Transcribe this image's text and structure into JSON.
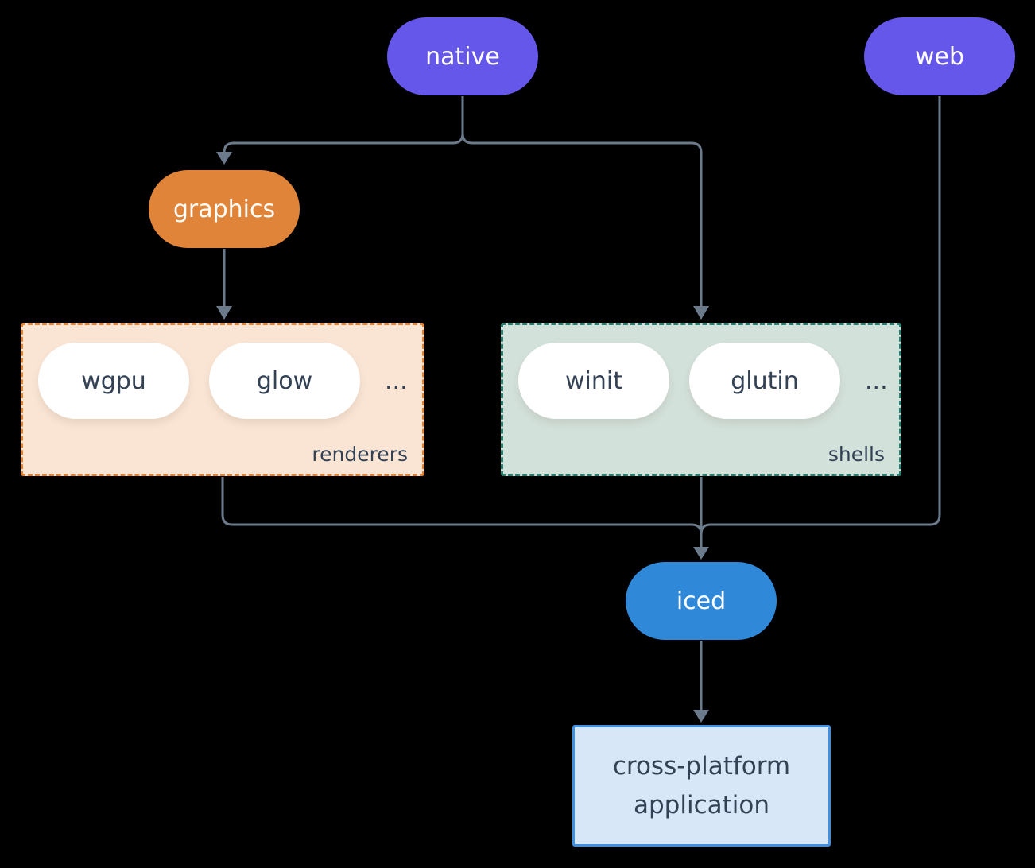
{
  "diagram": {
    "background": "#000000",
    "edge_color": "#6c7b8c",
    "nodes": {
      "native": {
        "label": "native",
        "color": "#6557e9",
        "text_color": "#ffffff"
      },
      "web": {
        "label": "web",
        "color": "#6557e9",
        "text_color": "#ffffff"
      },
      "graphics": {
        "label": "graphics",
        "color": "#e08439",
        "text_color": "#ffffff"
      },
      "iced": {
        "label": "iced",
        "color": "#2f88d8",
        "text_color": "#ffffff"
      },
      "application": {
        "label": "cross-platform application",
        "fill": "#d7e7f8",
        "border": "#418fe1",
        "text_color": "#324154"
      }
    },
    "groups": {
      "renderers": {
        "label": "renderers",
        "items": [
          "wgpu",
          "glow"
        ],
        "ellipsis": "...",
        "fill": "#fae5d5",
        "border": "#e08439"
      },
      "shells": {
        "label": "shells",
        "items": [
          "winit",
          "glutin"
        ],
        "ellipsis": "...",
        "fill": "#d3e1db",
        "border": "#2a7f70"
      }
    },
    "edges": [
      {
        "from": "native",
        "to": "graphics"
      },
      {
        "from": "native",
        "to": "shells"
      },
      {
        "from": "graphics",
        "to": "renderers"
      },
      {
        "from": "renderers",
        "to": "iced"
      },
      {
        "from": "shells",
        "to": "iced"
      },
      {
        "from": "web",
        "to": "iced"
      },
      {
        "from": "iced",
        "to": "application"
      }
    ]
  }
}
